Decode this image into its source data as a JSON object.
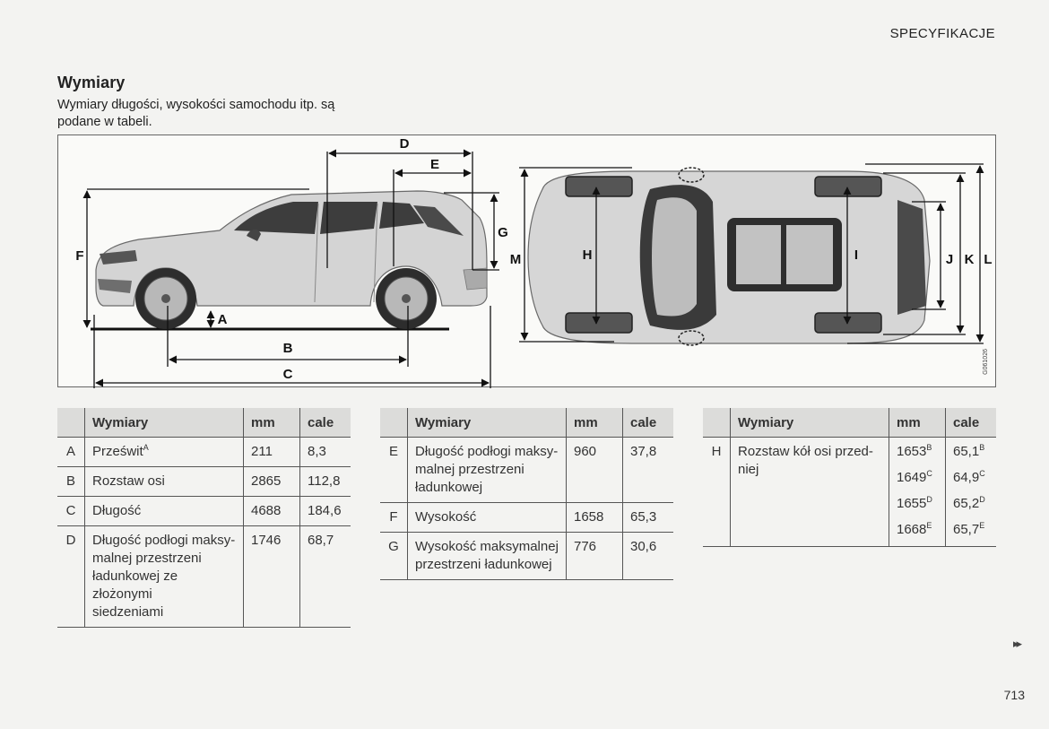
{
  "header": {
    "section": "SPECYFIKACJE"
  },
  "title": "Wymiary",
  "intro": "Wymiary długości, wysokości samochodu itp. są podane w tabeli.",
  "figure": {
    "labels": {
      "A": "A",
      "B": "B",
      "C": "C",
      "D": "D",
      "E": "E",
      "F": "F",
      "G": "G",
      "H": "H",
      "I": "I",
      "J": "J",
      "K": "K",
      "L": "L",
      "M": "M"
    },
    "image_code": "G061026"
  },
  "tables": {
    "headers": {
      "wymiary": "Wymiary",
      "mm": "mm",
      "cale": "cale"
    },
    "table1": [
      {
        "key": "A",
        "name": "Prześwit",
        "sup": "A",
        "mm": "211",
        "cale": "8,3"
      },
      {
        "key": "B",
        "name": "Rozstaw osi",
        "mm": "2865",
        "cale": "112,8"
      },
      {
        "key": "C",
        "name": "Długość",
        "mm": "4688",
        "cale": "184,6"
      },
      {
        "key": "D",
        "name_lines": [
          "Długość podłogi maksy-",
          "malnej przestrzeni",
          "ładunkowej ze złożonymi",
          "siedzeniami"
        ],
        "mm": "1746",
        "cale": "68,7"
      }
    ],
    "table2": [
      {
        "key": "E",
        "name_lines": [
          "Długość podłogi maksy-",
          "malnej przestrzeni",
          "ładunkowej"
        ],
        "mm": "960",
        "cale": "37,8"
      },
      {
        "key": "F",
        "name": "Wysokość",
        "mm": "1658",
        "cale": "65,3"
      },
      {
        "key": "G",
        "name_lines": [
          "Wysokość maksymalnej",
          "przestrzeni ładunkowej"
        ],
        "mm": "776",
        "cale": "30,6"
      }
    ],
    "table3": [
      {
        "key": "H",
        "name_lines": [
          "Rozstaw kół osi przed-",
          "niej"
        ],
        "mm": [
          {
            "v": "1653",
            "s": "B"
          },
          {
            "v": "1649",
            "s": "C"
          },
          {
            "v": "1655",
            "s": "D"
          },
          {
            "v": "1668",
            "s": "E"
          }
        ],
        "cale": [
          {
            "v": "65,1",
            "s": "B"
          },
          {
            "v": "64,9",
            "s": "C"
          },
          {
            "v": "65,2",
            "s": "D"
          },
          {
            "v": "65,7",
            "s": "E"
          }
        ]
      }
    ]
  },
  "footer": {
    "next_glyph": "▸▸",
    "page_number": "713"
  }
}
